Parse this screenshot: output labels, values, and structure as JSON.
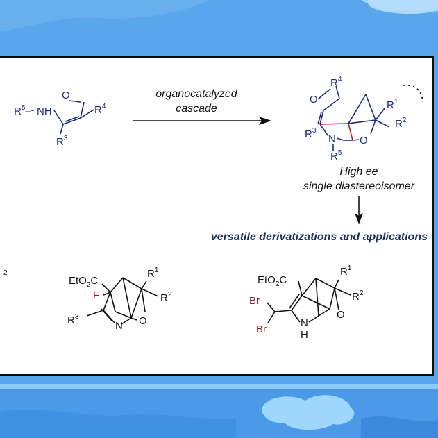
{
  "scheme": {
    "arrow_label_line1": "organocatalyzed",
    "arrow_label_line2": "cascade",
    "outcome_line1": "High ee",
    "outcome_line2": "single diastereoisomer",
    "derivatization_heading": "versatile derivatizations and applications",
    "edge_fragment": "2"
  },
  "labels": {
    "R": "R",
    "sup1": "1",
    "sup2": "2",
    "sup3": "3",
    "sup4": "4",
    "sup5": "5",
    "O": "O",
    "N": "N",
    "NH": "NH",
    "F": "F",
    "Br": "Br",
    "EtO2C_a": "EtO",
    "EtO2C_b": "2",
    "EtO2C_c": "C"
  },
  "colors": {
    "background": "#5aa6ec",
    "background_light": "#8ccaf7",
    "panel": "#ffffff",
    "panel_border": "#0d0d0d",
    "structure": "#1c2a7a",
    "heading": "#1a2f5c",
    "highlight_bond": "#d6141c",
    "fluorine": "#b0132e",
    "bromine": "#7a1a1a",
    "text": "#111111"
  }
}
